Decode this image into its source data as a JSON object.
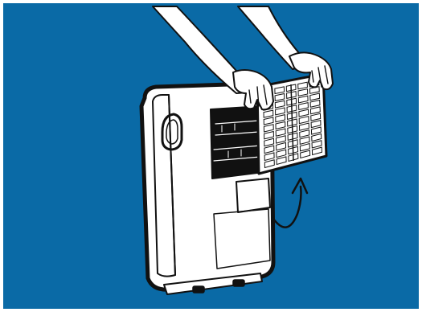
{
  "illustration": {
    "subject": "portable-air-conditioner-filter-removal",
    "background_color": "#0a6aa6",
    "outline_color": "#111111",
    "fill_color": "#ffffff",
    "steps": [
      "grip-filter-frame",
      "lift-filter-up-and-out"
    ],
    "icons": {
      "hands": "hands-icon",
      "filter": "air-filter-icon",
      "arrow": "curved-up-arrow-icon",
      "unit": "air-conditioner-unit-icon"
    }
  }
}
